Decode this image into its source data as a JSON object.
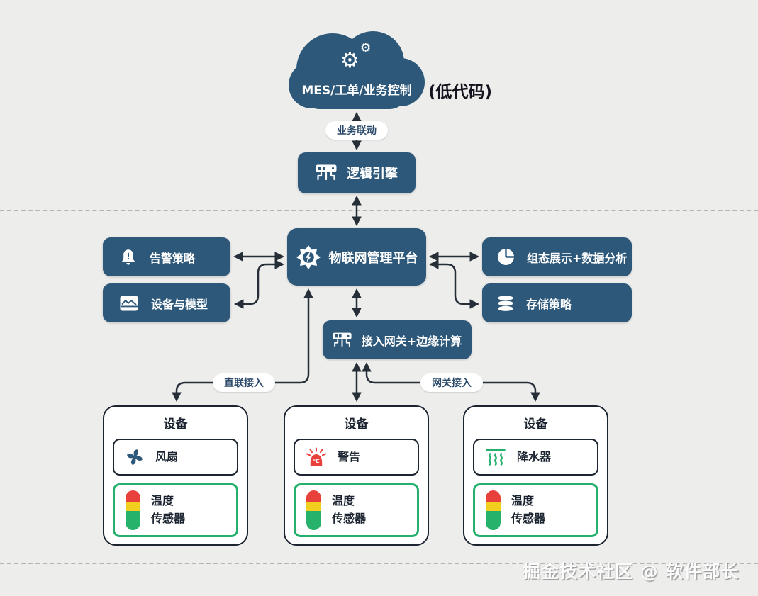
{
  "colors": {
    "background": "#ededec",
    "node_blue": "#2d587a",
    "arrow": "#262f38",
    "device_border": "#1b2430",
    "sensor_green": "#25b16d",
    "alert_red": "#e8413c",
    "sensor_yellow": "#f2cf1f",
    "pill_text": "#2c4a6b"
  },
  "cloud": {
    "label": "MES/工单/业务控制",
    "side_note": "(低代码)",
    "icon": "gears-icon"
  },
  "connector_labels": {
    "business_link": "业务联动",
    "direct_access": "直联接入",
    "gateway_access": "网关接入"
  },
  "nodes": {
    "logic_engine": {
      "label": "逻辑引擎",
      "icon": "hub-icon"
    },
    "platform": {
      "label": "物联网管理平台",
      "icon": "gear-burst-icon"
    },
    "alert_policy": {
      "label": "告警策略",
      "icon": "alert-bell-icon"
    },
    "device_model": {
      "label": "设备与模型",
      "icon": "image-icon"
    },
    "visualization": {
      "label": "组态展示+数据分析",
      "icon": "pie-chart-icon"
    },
    "storage_policy": {
      "label": "存储策略",
      "icon": "database-icon"
    },
    "gateway": {
      "label": "接入网关+边缘计算",
      "icon": "hub-icon"
    }
  },
  "devices": [
    {
      "title": "设备",
      "component": {
        "label": "风扇",
        "icon": "fan-icon"
      },
      "sensor": {
        "label_line1": "温度",
        "label_line2": "传感器",
        "icon": "temp-sensor-icon"
      }
    },
    {
      "title": "设备",
      "component": {
        "label": "警告",
        "icon": "siren-icon"
      },
      "sensor": {
        "label_line1": "温度",
        "label_line2": "传感器",
        "icon": "temp-sensor-icon"
      }
    },
    {
      "title": "设备",
      "component": {
        "label": "降水器",
        "icon": "precipitation-icon"
      },
      "sensor": {
        "label_line1": "温度",
        "label_line2": "传感器",
        "icon": "temp-sensor-icon"
      }
    }
  ],
  "watermark": "掘金技术社区 @ 软件部长"
}
